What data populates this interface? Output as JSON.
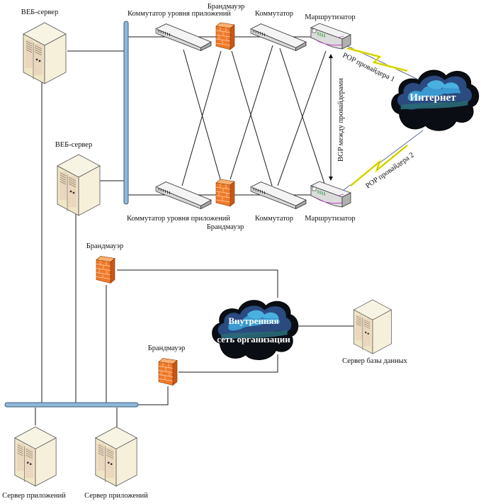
{
  "diagram": {
    "title": "",
    "colors": {
      "bus": "#8fb8d8",
      "bus_border": "#3c5f7c",
      "firewall": "#f07828",
      "firewall_light": "#f9a868",
      "server_body": "#f2ead0",
      "server_side": "#e0d6b0",
      "switch_body": "#e8e8e8",
      "cloud_dark": "#101820",
      "cloud_mid": "#2a4a7a",
      "cloud_light": "#3a9ad0",
      "cloud_teal": "#2a6a78",
      "lightning": "#f4f020",
      "wire": "#1a1a1a"
    },
    "nodes": {
      "web_server_1": {
        "label": "ВЕБ-сервер",
        "icon": "server-icon"
      },
      "web_server_2": {
        "label": "ВЕБ-сервер",
        "icon": "server-icon"
      },
      "app_switch_top": {
        "label": "Коммутатор уровня приложений",
        "icon": "switch-icon"
      },
      "app_switch_bottom": {
        "label": "Коммутатор уровня приложений",
        "icon": "switch-icon"
      },
      "firewall_top": {
        "label": "Брандмауэр",
        "icon": "firewall-icon"
      },
      "firewall_bottom": {
        "label": "Брандмауэр",
        "icon": "firewall-icon"
      },
      "switch_top": {
        "label": "Коммутатор",
        "icon": "switch-icon"
      },
      "switch_bottom": {
        "label": "Коммутатор",
        "icon": "switch-icon"
      },
      "router_top": {
        "label": "Маршрутизатор",
        "icon": "router-icon"
      },
      "router_bottom": {
        "label": "Маршрутизатор",
        "icon": "router-icon"
      },
      "internet": {
        "label": "Интернет",
        "icon": "cloud-icon"
      },
      "firewall_internal_1": {
        "label": "Брандмауэр",
        "icon": "firewall-icon"
      },
      "firewall_internal_2": {
        "label": "Брандмауэр",
        "icon": "firewall-icon"
      },
      "internal_network": {
        "label_line1": "Внутренняя",
        "label_line2": "сеть организации",
        "icon": "cloud-icon"
      },
      "db_server": {
        "label": "Сервер базы данных",
        "icon": "server-icon"
      },
      "app_server_1": {
        "label": "Сервер приложений",
        "icon": "server-icon"
      },
      "app_server_2": {
        "label": "Сервер приложений",
        "icon": "server-icon"
      }
    },
    "links": {
      "pop1": "POP провайдера 1",
      "pop2": "POP провайдера 2",
      "bgp": "BGP между провайдерами"
    }
  }
}
